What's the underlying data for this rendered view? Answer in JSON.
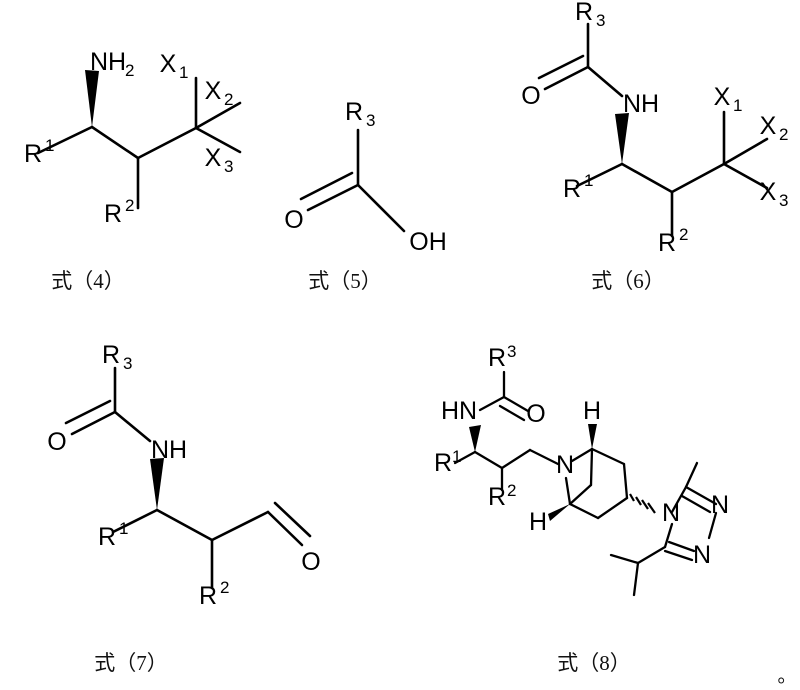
{
  "document": {
    "type": "chemical-reaction-scheme",
    "background_color": "#ffffff",
    "line_color": "#000000",
    "trailing_punctuation": "。"
  },
  "captions": {
    "formula_4": "式（4）",
    "formula_5": "式（5）",
    "formula_6": "式（6）",
    "formula_7": "式（7）",
    "formula_8": "式（8）"
  },
  "structures": [
    {
      "id": "formula-4",
      "caption": "式（4）",
      "description": "primary amine with gem-trisubstituted carbon",
      "labels": {
        "amine": "NH",
        "amine_sub": "2",
        "r1": "R",
        "r1_sup": "1",
        "r2": "R",
        "r2_sup": "2",
        "x1": "X",
        "x1_sub": "1",
        "x2": "X",
        "x2_sub": "2",
        "x3": "X",
        "x3_sub": "3"
      }
    },
    {
      "id": "formula-5",
      "caption": "式（5）",
      "description": "carboxylic acid",
      "labels": {
        "r3": "R",
        "r3_sub": "3",
        "carbonyl_o": "O",
        "hydroxyl": "OH"
      }
    },
    {
      "id": "formula-6",
      "caption": "式（6）",
      "description": "amide with gem-trisubstituted carbon",
      "labels": {
        "r3": "R",
        "r3_sub": "3",
        "carbonyl_o": "O",
        "amide_nh": "NH",
        "r1": "R",
        "r1_sup": "1",
        "r2": "R",
        "r2_sup": "2",
        "x1": "X",
        "x1_sub": "1",
        "x2": "X",
        "x2_sub": "2",
        "x3": "X",
        "x3_sub": "3"
      }
    },
    {
      "id": "formula-7",
      "caption": "式（7）",
      "description": "amide aldehyde",
      "labels": {
        "r3": "R",
        "r3_sub": "3",
        "carbonyl_o": "O",
        "amide_nh": "NH",
        "r1": "R",
        "r1_sup": "1",
        "r2": "R",
        "r2_sup": "2",
        "aldehyde_o": "O"
      }
    },
    {
      "id": "formula-8",
      "caption": "式（8）",
      "description": "amide linked to 8-azabicyclo[3.2.1]octane bearing a 3-methyl-5-isopropyl-1,2,4-triazol-4-yl group",
      "labels": {
        "r3": "R",
        "r3_sup": "3",
        "amide_hn": "HN",
        "carbonyl_o": "O",
        "r1": "R",
        "r1_sup": "1",
        "r2": "R",
        "r2_sup": "2",
        "bridge_n": "N",
        "bridgehead_h_top": "H",
        "bridgehead_h_bottom": "H",
        "triazole_n4": "N",
        "triazole_n3": "N",
        "triazole_n2": "N"
      }
    }
  ]
}
